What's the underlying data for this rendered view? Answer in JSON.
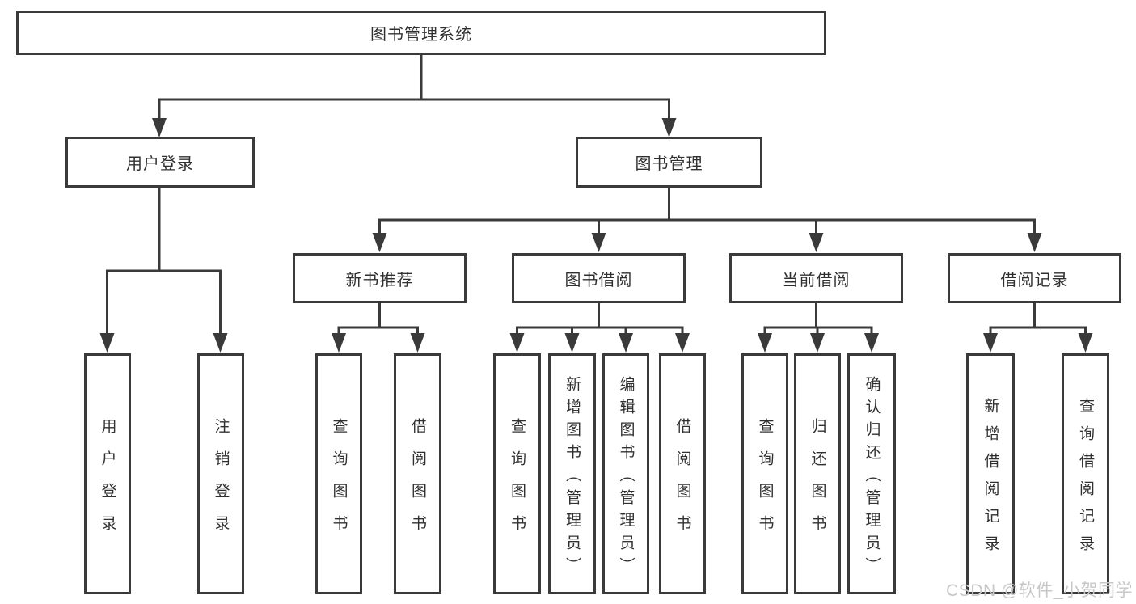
{
  "diagram_type": "hierarchy-chart",
  "colors": {
    "line": "#3a3a3a",
    "box_border": "#3a3a3a",
    "text": "#303030",
    "background": "#ffffff",
    "watermark_text_color": "#c7c7c7"
  },
  "tree": {
    "root": "图书管理系统",
    "children": [
      {
        "label": "用户登录",
        "children": [
          {
            "label": "用户登录"
          },
          {
            "label": "注销登录"
          }
        ]
      },
      {
        "label": "图书管理",
        "children": [
          {
            "label": "新书推荐",
            "children": [
              {
                "label": "查询图书"
              },
              {
                "label": "借阅图书"
              }
            ]
          },
          {
            "label": "图书借阅",
            "children": [
              {
                "label": "查询图书"
              },
              {
                "label": "新增图书（管理员）"
              },
              {
                "label": "编辑图书（管理员）"
              },
              {
                "label": "借阅图书"
              }
            ]
          },
          {
            "label": "当前借阅",
            "children": [
              {
                "label": "查询图书"
              },
              {
                "label": "归还图书"
              },
              {
                "label": "确认归还（管理员）"
              }
            ]
          },
          {
            "label": "借阅记录",
            "children": [
              {
                "label": "新增借阅记录"
              },
              {
                "label": "查询借阅记录"
              }
            ]
          }
        ]
      }
    ]
  },
  "watermark": "CSDN @软件_小贺同学"
}
